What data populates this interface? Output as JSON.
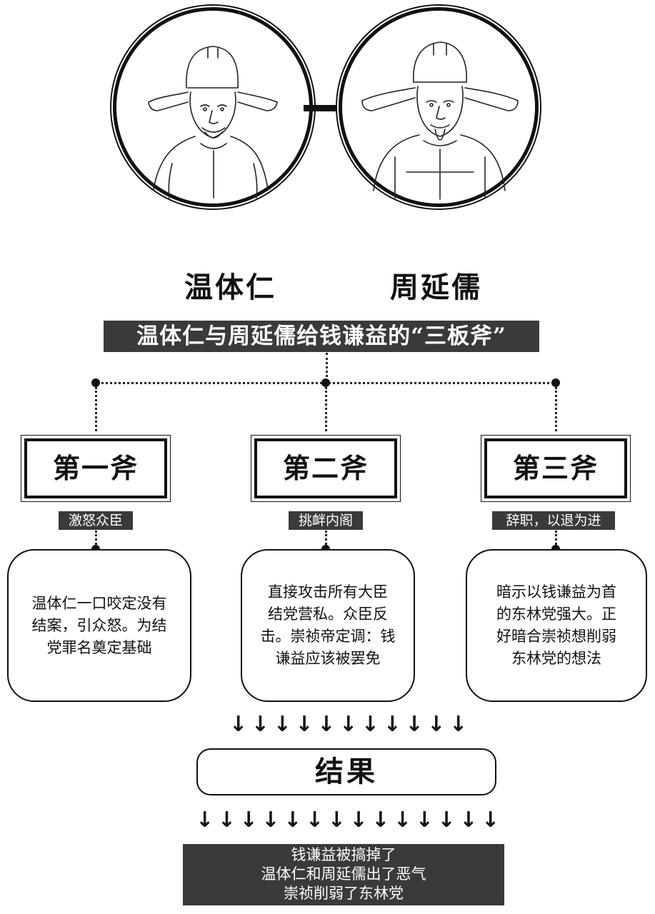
{
  "figures": [
    {
      "name": "温体仁",
      "icon": "official-portrait-icon"
    },
    {
      "name": "周延儒",
      "icon": "official-portrait-icon"
    }
  ],
  "title": "温体仁与周延儒给钱谦益的“三板斧”",
  "axes": [
    {
      "label": "第一斧",
      "tag": "激怒众臣",
      "description": [
        "温体仁一口咬定没有",
        "结案，引众怒。为结",
        "党罪名奠定基础"
      ]
    },
    {
      "label": "第二斧",
      "tag": "挑衅内阁",
      "description": [
        "直接攻击所有大臣",
        "结党营私。众臣反",
        "击。崇祯帝定调：钱",
        "谦益应该被罢免"
      ]
    },
    {
      "label": "第三斧",
      "tag": "辞职，以退为进",
      "description": [
        "暗示以钱谦益为首",
        "的东林党强大。正",
        "好暗合崇祯想削弱",
        "东林党的想法"
      ]
    }
  ],
  "result": {
    "label": "结果",
    "outcomes": [
      "钱谦益被搞掉了",
      "温体仁和周延儒出了恶气",
      "崇祯削弱了东林党"
    ]
  },
  "colors": {
    "ink": "#111111",
    "banner": "#3a3a3a",
    "background": "#ffffff"
  }
}
